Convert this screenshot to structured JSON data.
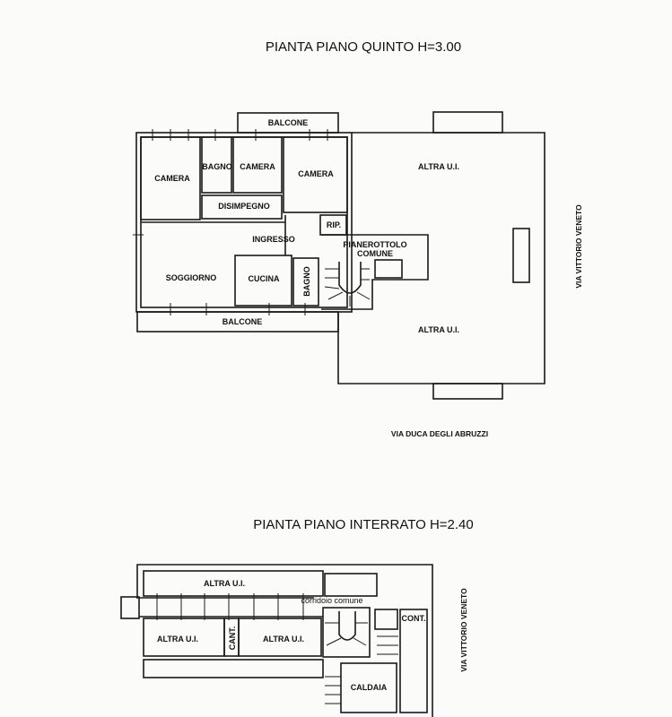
{
  "fifth_floor": {
    "title": "PIANTA PIANO QUINTO H=3.00",
    "rooms": {
      "balcone_top": "BALCONE",
      "camera_1": "CAMERA",
      "bagno_1": "BAGNO",
      "camera_2": "CAMERA",
      "camera_3": "CAMERA",
      "disimpegno": "DISIMPEGNO",
      "ingresso": "INGRESSO",
      "rip": "RIP.",
      "pianerottolo": "PIANEROTTOLO",
      "comune": "COMUNE",
      "soggiorno": "SOGGIORNO",
      "cucina": "CUCINA",
      "bagno_2": "BAGNO",
      "balcone_bottom": "BALCONE",
      "altra_ui_top": "ALTRA U.I.",
      "altra_ui_bottom": "ALTRA U.I."
    },
    "street_east": "VIA VITTORIO VENETO",
    "street_south": "VIA DUCA DEGLI ABRUZZI"
  },
  "basement": {
    "title": "PIANTA PIANO INTERRATO H=2.40",
    "rooms": {
      "altra_ui_top": "ALTRA U.I.",
      "corridoio": "corridoio comune",
      "altra_ui_left": "ALTRA U.I.",
      "cant": "CANT.",
      "altra_ui_right": "ALTRA U.I.",
      "cont": "CONT.",
      "caldaia": "CALDAIA"
    },
    "street_east": "VIA VITTORIO VENETO"
  }
}
